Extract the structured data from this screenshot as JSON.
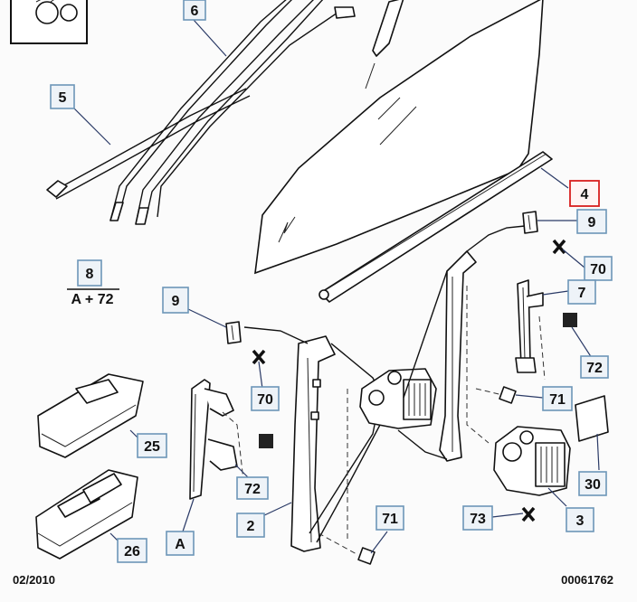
{
  "callouts": [
    {
      "id": "6",
      "text": "6",
      "highlight": false
    },
    {
      "id": "5",
      "text": "5",
      "highlight": false
    },
    {
      "id": "4",
      "text": "4",
      "highlight": true
    },
    {
      "id": "9a",
      "text": "9",
      "highlight": false
    },
    {
      "id": "70a",
      "text": "70",
      "highlight": false
    },
    {
      "id": "7",
      "text": "7",
      "highlight": false
    },
    {
      "id": "8",
      "text": "8",
      "highlight": false
    },
    {
      "id": "9b",
      "text": "9",
      "highlight": false
    },
    {
      "id": "72a",
      "text": "72",
      "highlight": false
    },
    {
      "id": "70b",
      "text": "70",
      "highlight": false
    },
    {
      "id": "71a",
      "text": "71",
      "highlight": false
    },
    {
      "id": "25",
      "text": "25",
      "highlight": false
    },
    {
      "id": "72b",
      "text": "72",
      "highlight": false
    },
    {
      "id": "30",
      "text": "30",
      "highlight": false
    },
    {
      "id": "2",
      "text": "2",
      "highlight": false
    },
    {
      "id": "71b",
      "text": "71",
      "highlight": false
    },
    {
      "id": "73",
      "text": "73",
      "highlight": false
    },
    {
      "id": "3",
      "text": "3",
      "highlight": false
    },
    {
      "id": "A",
      "text": "A",
      "highlight": false
    },
    {
      "id": "26",
      "text": "26",
      "highlight": false
    }
  ],
  "kit_note": {
    "part": "8",
    "contents": "A + 72"
  },
  "footer": {
    "date": "02/2010",
    "ref": "00061762"
  }
}
